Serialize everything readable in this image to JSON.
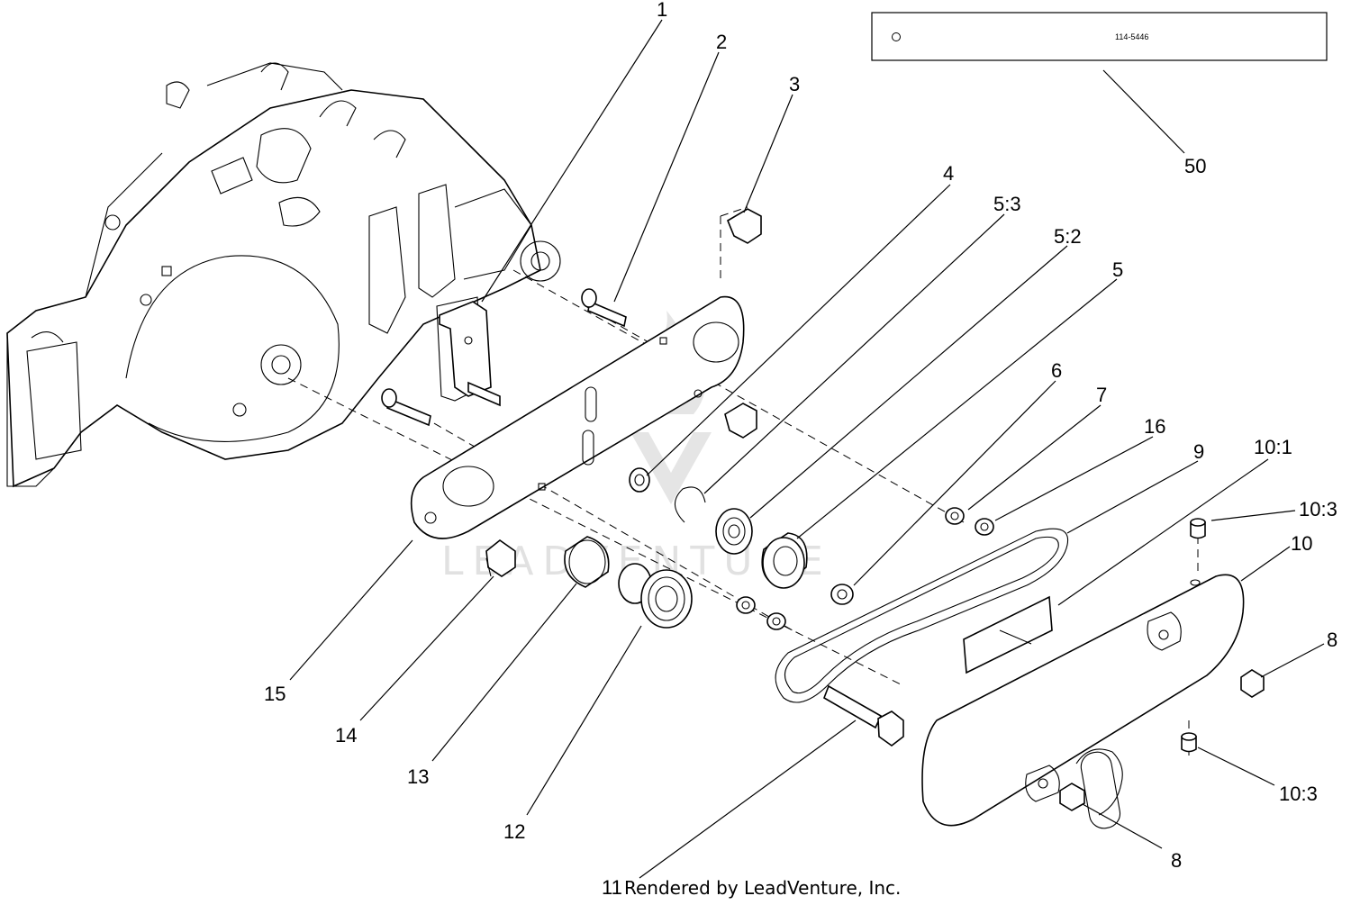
{
  "diagram": {
    "decal_label": "114-5446",
    "footer_text": "Rendered by LeadVenture, Inc.",
    "watermark_text": "LEADVENTURE",
    "callouts": [
      "1",
      "2",
      "3",
      "4",
      "5:3",
      "5:2",
      "5",
      "6",
      "7",
      "16",
      "9",
      "10:1",
      "10:3",
      "10",
      "8",
      "10:3",
      "8",
      "11",
      "12",
      "13",
      "14",
      "15",
      "50"
    ]
  }
}
